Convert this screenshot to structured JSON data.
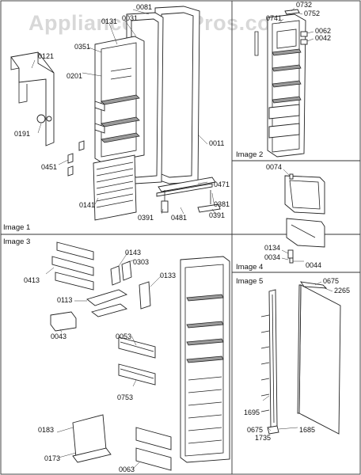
{
  "watermark": "AppliancePartsPros.com",
  "panels": {
    "image1": "Image 1",
    "image2": "Image 2",
    "image3": "Image 3",
    "image4": "Image 4",
    "image5": "Image 5"
  },
  "labels": {
    "p0081": "0081",
    "p0131": "0131",
    "p0031": "0031",
    "p0351": "0351",
    "p0121": "0121",
    "p0201": "0201",
    "p0191": "0191",
    "p0011": "0011",
    "p0451": "0451",
    "p0141": "0141",
    "p0471": "0471",
    "p0381": "0381",
    "p0391a": "0391",
    "p0481": "0481",
    "p0391b": "0391",
    "p0732": "0732",
    "p0741": "0741",
    "p0752": "0752",
    "p0062": "0062",
    "p0042": "0042",
    "p0074": "0074",
    "p0134": "0134",
    "p0034": "0034",
    "p0044": "0044",
    "p0143": "0143",
    "p0303": "0303",
    "p0133": "0133",
    "p0413": "0413",
    "p0113": "0113",
    "p0043": "0043",
    "p0053": "0053",
    "p0753": "0753",
    "p0183": "0183",
    "p0173": "0173",
    "p0063": "0063",
    "p0675a": "0675",
    "p2265": "2265",
    "p1735": "1735",
    "p1695": "1695",
    "p0675b": "0675",
    "p1685": "1685"
  }
}
